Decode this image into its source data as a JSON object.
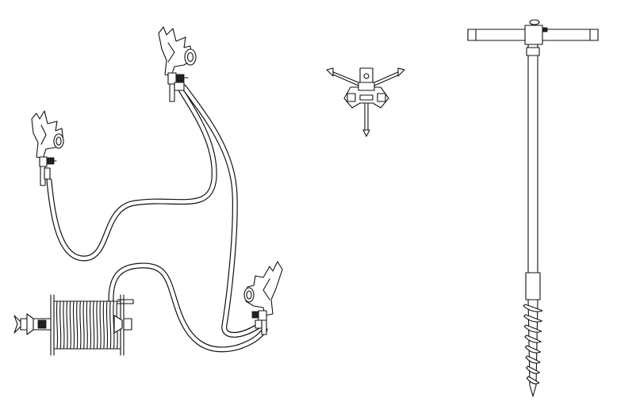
{
  "figure": {
    "components": [
      "grounding-clamp",
      "grounding-clamp",
      "grounding-clamp",
      "cable-reel",
      "multi-clamp-connector",
      "ground-rod-with-t-handle"
    ]
  }
}
